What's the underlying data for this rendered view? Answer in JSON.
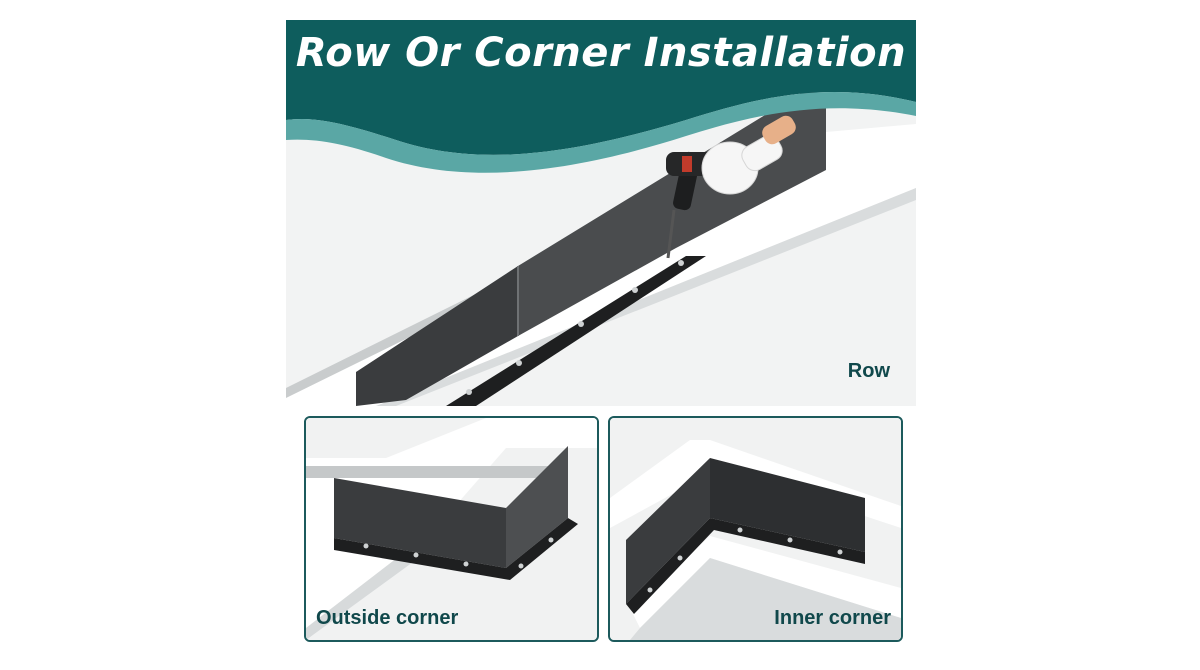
{
  "title": "Row Or Corner Installation",
  "colors": {
    "teal_dark": "#0e5d5d",
    "teal_light": "#5aa7a5",
    "label": "#10484b",
    "panel_border": "#1c5a5c",
    "metal": "#3b3d3f"
  },
  "main": {
    "label": "Row"
  },
  "panels": [
    {
      "label": "Outside corner"
    },
    {
      "label": "Inner corner"
    }
  ],
  "icons": [
    "drill-icon",
    "glove-icon"
  ]
}
